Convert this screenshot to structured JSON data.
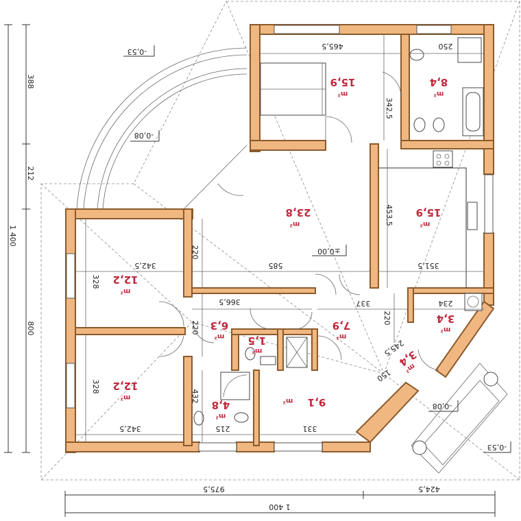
{
  "rooms": [
    {
      "id": "bedroom-master",
      "area": "15,9",
      "unit": "m²"
    },
    {
      "id": "bathroom-main",
      "area": "8,4",
      "unit": "m²"
    },
    {
      "id": "living-room",
      "area": "23,8",
      "unit": "m²"
    },
    {
      "id": "kitchen",
      "area": "15,9",
      "unit": "m²"
    },
    {
      "id": "bedroom-upper-left",
      "area": "12,2",
      "unit": "m²"
    },
    {
      "id": "bedroom-lower-left",
      "area": "12,2",
      "unit": "m²"
    },
    {
      "id": "corridor-small",
      "area": "6,3",
      "unit": "m²"
    },
    {
      "id": "wc",
      "area": "1,5",
      "unit": "m²"
    },
    {
      "id": "hallway",
      "area": "7,9",
      "unit": "m²"
    },
    {
      "id": "utility-room",
      "area": "3,4",
      "unit": "m²"
    },
    {
      "id": "vestibule",
      "area": "3,4",
      "unit": "m²"
    },
    {
      "id": "bathroom-small",
      "area": "4,8",
      "unit": "m²"
    },
    {
      "id": "entrance-hall",
      "area": "9,1",
      "unit": "m²"
    }
  ],
  "dimensions": {
    "d_465_5": "465,5",
    "d_250": "250",
    "d_342_5_a": "342,5",
    "d_234": "234",
    "d_585": "585",
    "d_351_5": "351,5",
    "d_366_5": "366,5",
    "d_337": "337",
    "d_342_5_b": "342,5",
    "d_215": "215",
    "d_331": "331",
    "d_328_a": "328",
    "d_328_b": "328",
    "d_220_a": "220",
    "d_220_b": "220",
    "d_220_c": "220",
    "d_342_5_v": "342,5",
    "d_453_5": "453,5",
    "d_432": "432",
    "d_245_5": "245,5",
    "d_150": "150",
    "d_975_5": "975,5",
    "d_424_5": "424,5",
    "d_1400_h": "1 400",
    "d_388": "388",
    "d_212": "212",
    "d_800": "800",
    "d_1400_v": "1 400"
  },
  "levels": {
    "terrace_left": "-0,08",
    "ramp_top": "-0,53",
    "floor": "±0,00",
    "terrace_right": "-0,08",
    "ramp_right": "-0,53"
  }
}
